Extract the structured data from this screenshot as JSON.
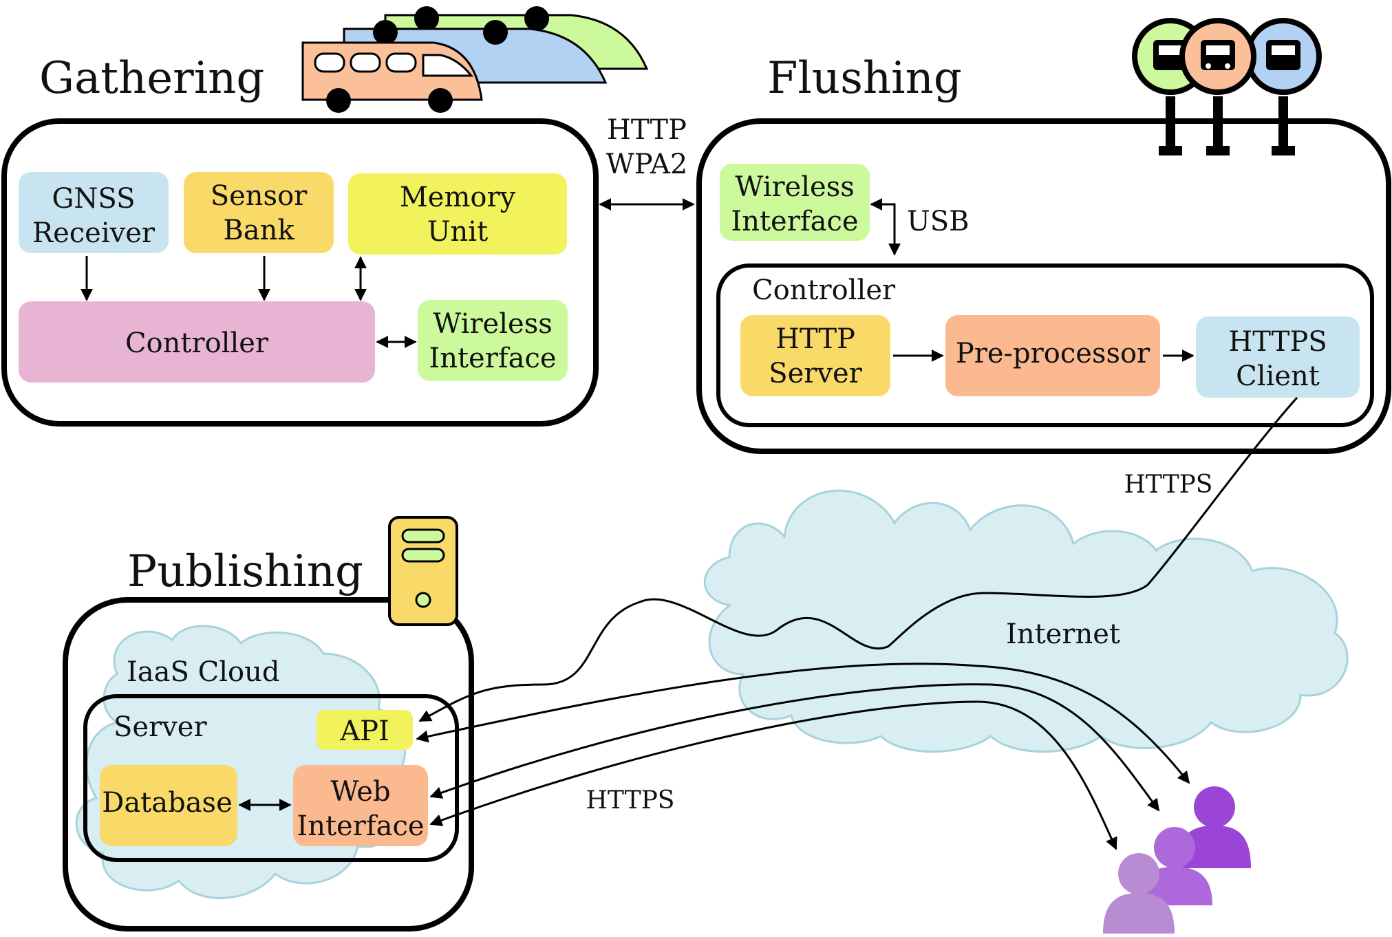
{
  "colors": {
    "blue": "#c8e4f0",
    "orange": "#f9d968",
    "yellow": "#f2f25c",
    "pink": "#e8b4d4",
    "green": "#ccf99c",
    "salmon": "#fbb98f",
    "cloud": "#d8eef3",
    "purple": "#9b45d6"
  },
  "gathering": {
    "title": "Gathering",
    "gnss": [
      "GNSS",
      "Receiver"
    ],
    "sensor": [
      "Sensor",
      "Bank"
    ],
    "memory": [
      "Memory",
      "Unit"
    ],
    "controller": "Controller",
    "wireless": [
      "Wireless",
      "Interface"
    ]
  },
  "link": {
    "http": "HTTP",
    "wpa2": "WPA2"
  },
  "flushing": {
    "title": "Flushing",
    "wireless": [
      "Wireless",
      "Interface"
    ],
    "usb": "USB",
    "controller": "Controller",
    "http_server": [
      "HTTP",
      "Server"
    ],
    "preprocessor": "Pre-processor",
    "https_client": [
      "HTTPS",
      "Client"
    ]
  },
  "https_top": "HTTPS",
  "internet": "Internet",
  "publishing": {
    "title": "Publishing",
    "iaas": "IaaS Cloud",
    "server": "Server",
    "api": "API",
    "database": "Database",
    "web": [
      "Web",
      "Interface"
    ]
  },
  "https_bottom": "HTTPS"
}
